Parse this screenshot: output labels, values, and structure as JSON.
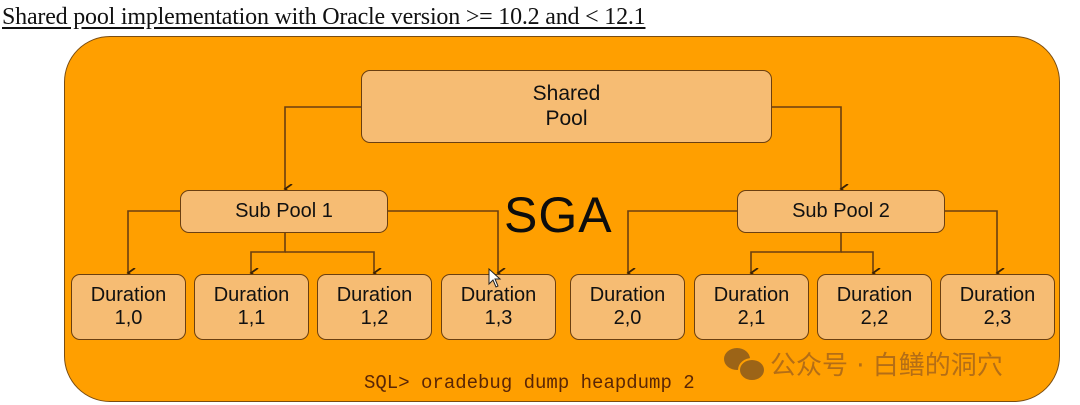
{
  "title": "Shared pool implementation with Oracle version >= 10.2 and < 12.1",
  "diagram": {
    "container_label": "SGA",
    "root": {
      "label_line1": "Shared",
      "label_line2": "Pool"
    },
    "sub_pools": [
      {
        "label": "Sub Pool 1",
        "durations": [
          {
            "line1": "Duration",
            "line2": "1,0"
          },
          {
            "line1": "Duration",
            "line2": "1,1"
          },
          {
            "line1": "Duration",
            "line2": "1,2"
          },
          {
            "line1": "Duration",
            "line2": "1,3"
          }
        ]
      },
      {
        "label": "Sub Pool 2",
        "durations": [
          {
            "line1": "Duration",
            "line2": "2,0"
          },
          {
            "line1": "Duration",
            "line2": "2,1"
          },
          {
            "line1": "Duration",
            "line2": "2,2"
          },
          {
            "line1": "Duration",
            "line2": "2,3"
          }
        ]
      }
    ],
    "command": "SQL> oradebug dump heapdump 2",
    "colors": {
      "container": "#ff9f00",
      "box": "#f6bc73",
      "line": "#6b3f10"
    }
  },
  "watermark": {
    "icon": "wechat-icon",
    "text": "公众号 · 白鳝的洞穴"
  }
}
